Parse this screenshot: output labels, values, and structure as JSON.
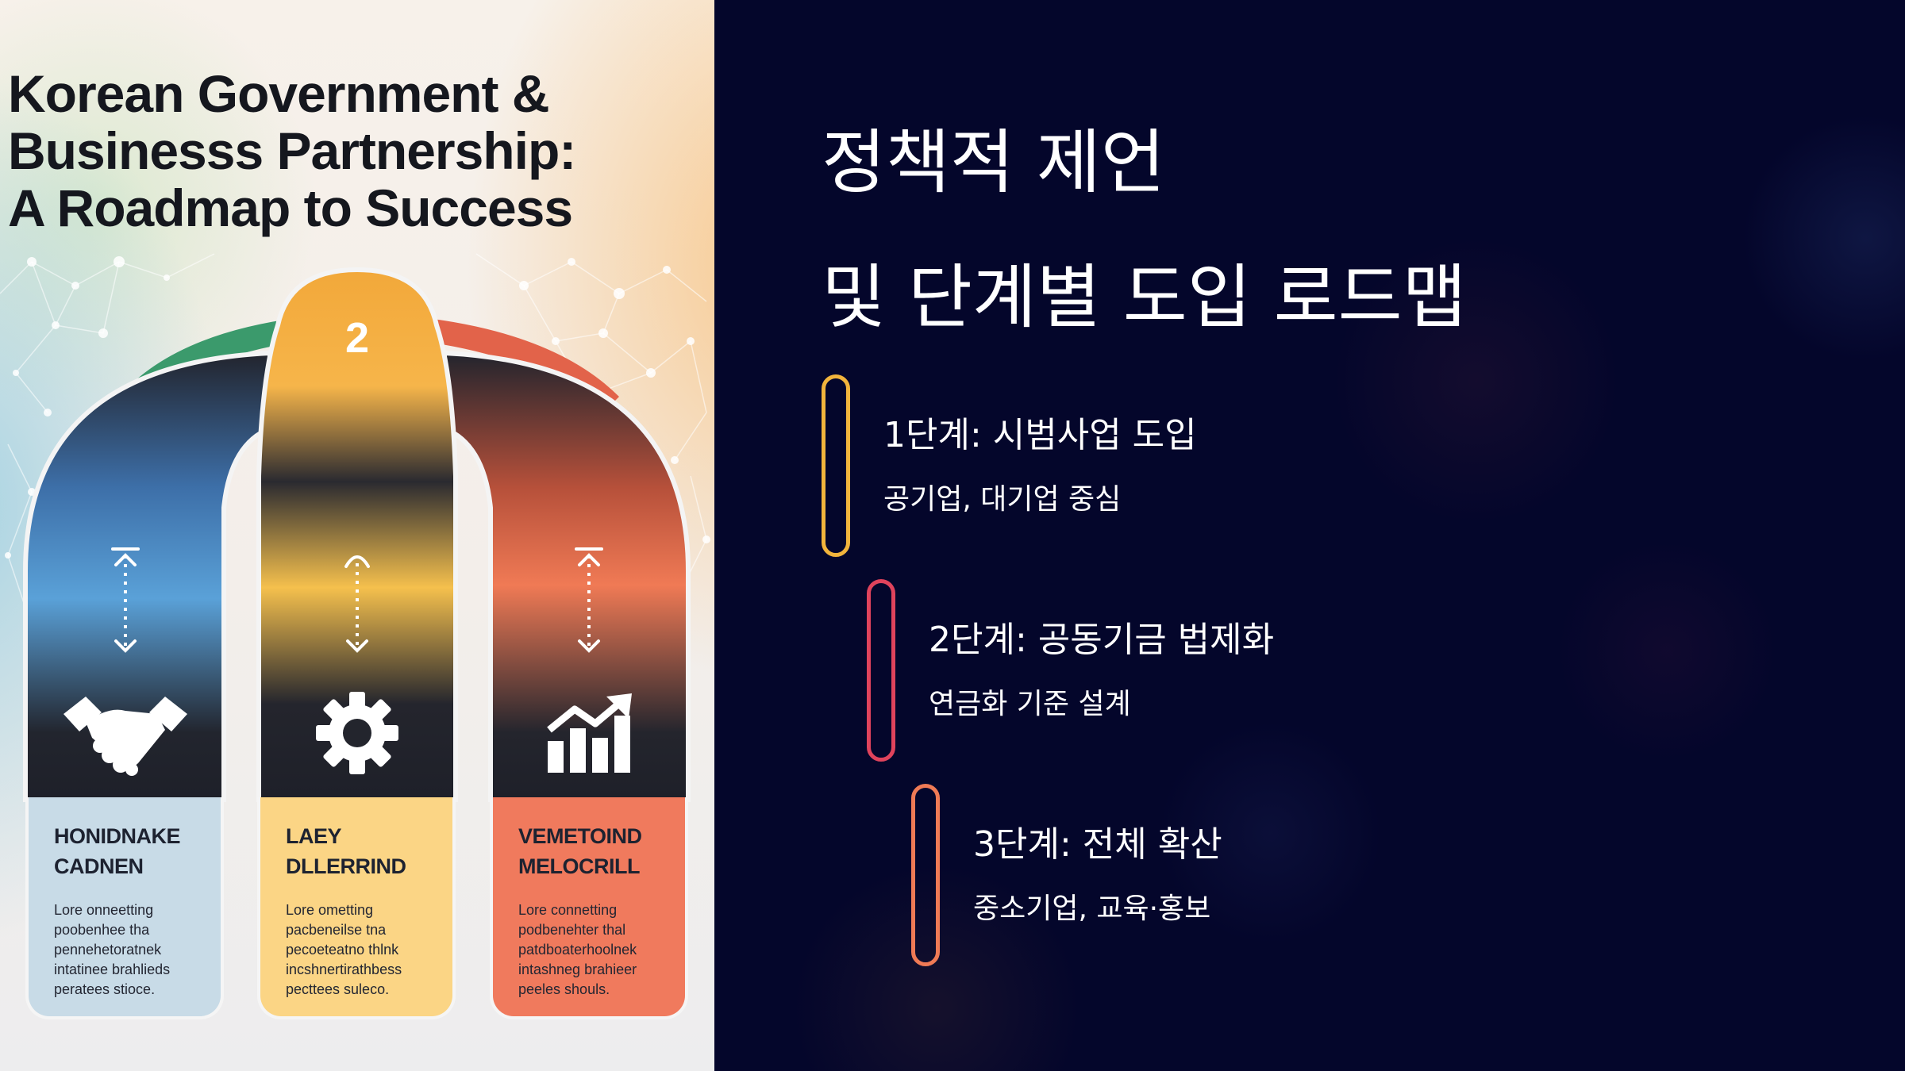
{
  "infographic": {
    "title_lines": [
      "Korean Government &",
      "Businesss Partnership:",
      "A Roadmap to Success"
    ],
    "center_badge": "2",
    "columns": [
      {
        "title": "HONIDNAKE\nCADNEN",
        "body": "Lore onneetting\npoobenhee tha\npennehetoratnek\nintatinee brahlieds\nperatees stioce.",
        "icon": "handshake-icon",
        "color": "#3f7fbd"
      },
      {
        "title": "LAEY\nDLLERRIND",
        "body": "Lore ometting\npacbeneilse tna\npecoeteatno thlnk\nincshnertirathbess\npecttees suleco.",
        "icon": "gear-icon",
        "color": "#f2b43c"
      },
      {
        "title": "VEMETOIND\nMELOCRILL",
        "body": "Lore connetting\npodbenehter thal\npatdboaterhoolnek\nintashneg brahieer\npeeles shouls.",
        "icon": "growth-chart-icon",
        "color": "#ee6d4c"
      }
    ]
  },
  "slide": {
    "heading_lines": [
      "정책적 제언",
      "및 단계별 도입 로드맵"
    ],
    "steps": [
      {
        "title": "1단계: 시범사업 도입",
        "desc": "공기업, 대기업 중심",
        "color": "#f2b43c"
      },
      {
        "title": "2단계: 공동기금 법제화",
        "desc": "연금화 기준 설계",
        "color": "#e0435c"
      },
      {
        "title": "3단계: 전체 확산",
        "desc": "중소기업, 교육·홍보",
        "color": "#ef7a55"
      }
    ]
  },
  "colors": {
    "slide_background": "#04062b",
    "accent_blue": "#3f7fbd",
    "accent_yellow": "#f2b43c",
    "accent_red": "#e0435c",
    "accent_orange": "#ef7a55"
  }
}
